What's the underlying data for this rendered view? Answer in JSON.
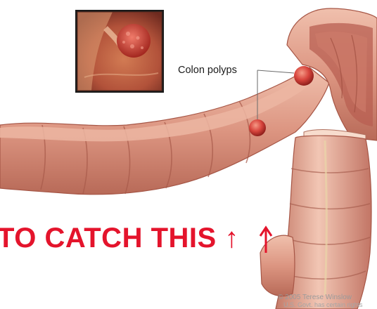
{
  "callout": {
    "label": "Colon polyps"
  },
  "headline": {
    "text": "TO CATCH THIS ↑"
  },
  "credit": {
    "line1": "© 2005 Terese Winslow",
    "line2": "U.S. Govt. has certain rights"
  },
  "colors": {
    "headline": "#e4142c",
    "tissue": "#e2a28e",
    "lumen": "#b4554a",
    "polyp": "#d8453d"
  }
}
